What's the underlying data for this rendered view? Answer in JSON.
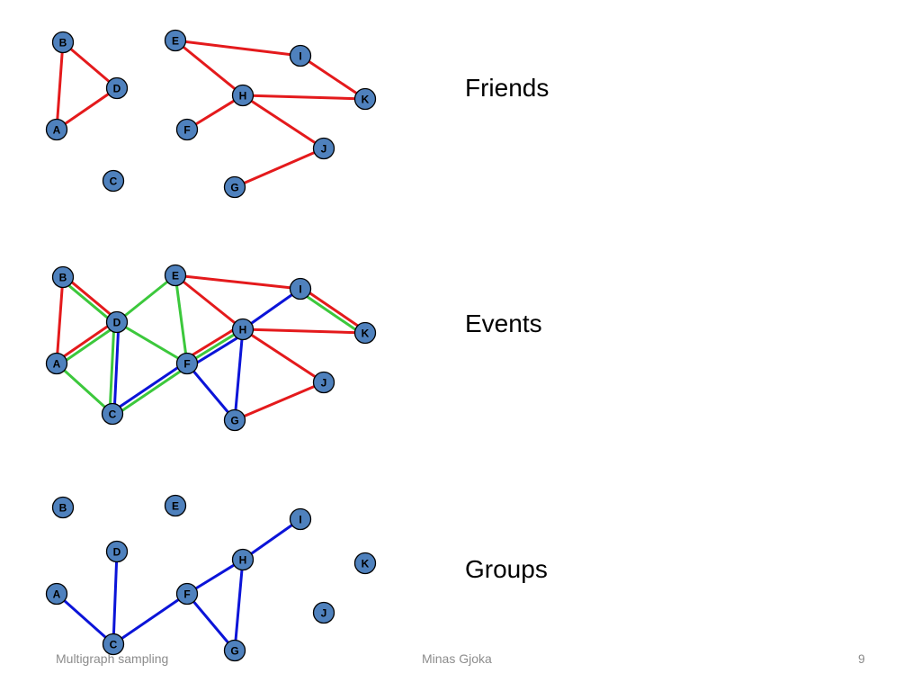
{
  "colors": {
    "node_fill": "#4f81bd",
    "node_stroke": "#000000",
    "node_text": "#000000",
    "friends": "#e41a1c",
    "events": "#3cc83c",
    "groups": "#0b14d8"
  },
  "graphs": [
    {
      "id": "friends",
      "label": "Friends",
      "edges": [
        {
          "from": "B",
          "to": "D",
          "color": "friends"
        },
        {
          "from": "B",
          "to": "A",
          "color": "friends"
        },
        {
          "from": "A",
          "to": "D",
          "color": "friends"
        },
        {
          "from": "E",
          "to": "I",
          "color": "friends"
        },
        {
          "from": "E",
          "to": "H",
          "color": "friends"
        },
        {
          "from": "I",
          "to": "K",
          "color": "friends"
        },
        {
          "from": "H",
          "to": "K",
          "color": "friends"
        },
        {
          "from": "H",
          "to": "F",
          "color": "friends"
        },
        {
          "from": "H",
          "to": "J",
          "color": "friends"
        },
        {
          "from": "J",
          "to": "G",
          "color": "friends"
        }
      ]
    },
    {
      "id": "events",
      "label": "Events",
      "edges": [
        {
          "from": "B",
          "to": "D",
          "color": "events",
          "offset": 3
        },
        {
          "from": "B",
          "to": "D",
          "color": "friends",
          "offset": -2
        },
        {
          "from": "B",
          "to": "A",
          "color": "friends"
        },
        {
          "from": "A",
          "to": "D",
          "color": "friends",
          "offset": -2
        },
        {
          "from": "A",
          "to": "D",
          "color": "events",
          "offset": 3
        },
        {
          "from": "A",
          "to": "C",
          "color": "events"
        },
        {
          "from": "D",
          "to": "E",
          "color": "events"
        },
        {
          "from": "D",
          "to": "C",
          "color": "groups",
          "offset": -2
        },
        {
          "from": "D",
          "to": "C",
          "color": "events",
          "offset": 3
        },
        {
          "from": "D",
          "to": "F",
          "color": "events"
        },
        {
          "from": "E",
          "to": "F",
          "color": "events"
        },
        {
          "from": "E",
          "to": "I",
          "color": "friends"
        },
        {
          "from": "E",
          "to": "H",
          "color": "friends"
        },
        {
          "from": "I",
          "to": "K",
          "color": "friends",
          "offset": -2
        },
        {
          "from": "I",
          "to": "K",
          "color": "events",
          "offset": 3
        },
        {
          "from": "H",
          "to": "I",
          "color": "groups"
        },
        {
          "from": "H",
          "to": "K",
          "color": "friends"
        },
        {
          "from": "H",
          "to": "F",
          "color": "groups",
          "offset": -5
        },
        {
          "from": "H",
          "to": "F",
          "color": "events",
          "offset": 0
        },
        {
          "from": "H",
          "to": "F",
          "color": "friends",
          "offset": 5
        },
        {
          "from": "C",
          "to": "F",
          "color": "groups",
          "offset": -2
        },
        {
          "from": "C",
          "to": "F",
          "color": "events",
          "offset": 3
        },
        {
          "from": "F",
          "to": "G",
          "color": "groups"
        },
        {
          "from": "H",
          "to": "G",
          "color": "groups"
        },
        {
          "from": "H",
          "to": "J",
          "color": "friends"
        },
        {
          "from": "J",
          "to": "G",
          "color": "friends"
        }
      ]
    },
    {
      "id": "groups",
      "label": "Groups",
      "edges": [
        {
          "from": "A",
          "to": "C",
          "color": "groups"
        },
        {
          "from": "D",
          "to": "C",
          "color": "groups"
        },
        {
          "from": "C",
          "to": "F",
          "color": "groups"
        },
        {
          "from": "F",
          "to": "H",
          "color": "groups"
        },
        {
          "from": "H",
          "to": "I",
          "color": "groups"
        },
        {
          "from": "F",
          "to": "G",
          "color": "groups"
        },
        {
          "from": "H",
          "to": "G",
          "color": "groups"
        }
      ]
    }
  ],
  "footer": {
    "left": "Multigraph sampling",
    "center": "Minas Gjoka",
    "page": "9"
  }
}
